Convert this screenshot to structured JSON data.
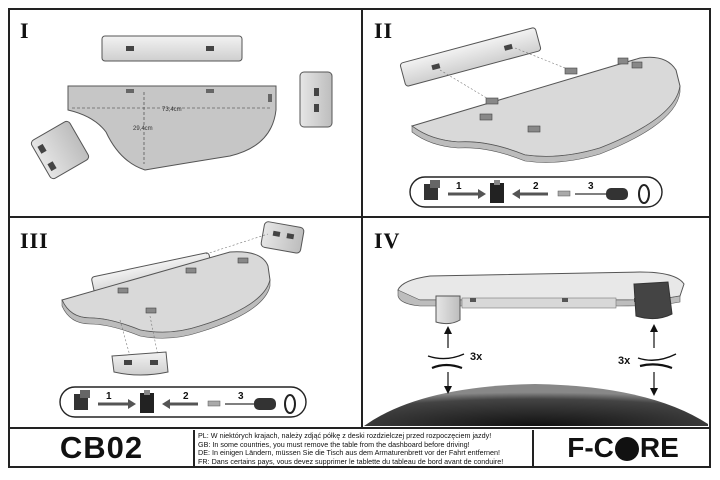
{
  "steps": {
    "panel_1": "I",
    "panel_2": "II",
    "panel_3": "III",
    "panel_4": "IV"
  },
  "dimensions": {
    "width": "73,4cm",
    "depth": "29,4cm"
  },
  "sequence_numbers": {
    "a": "1",
    "b": "2",
    "c": "3"
  },
  "repeat_label": "3x",
  "footer": {
    "model": "CB02",
    "warnings": [
      "PL: W niektórych krajach, należy zdjąć półkę z deski rozdzielczej przed rozpoczęciem jazdy!",
      "GB: In some countries, you must remove the table from the dashboard before driving!",
      "DE: In einigen Ländern, müssen Sie die Tisch aus dem Armaturenbrett vor der Fahrt entfernen!",
      "FR: Dans certains pays, vous devez supprimer le tablette du tableau de bord avant de conduire!"
    ],
    "brand_left": "F-C",
    "brand_right": "RE"
  }
}
